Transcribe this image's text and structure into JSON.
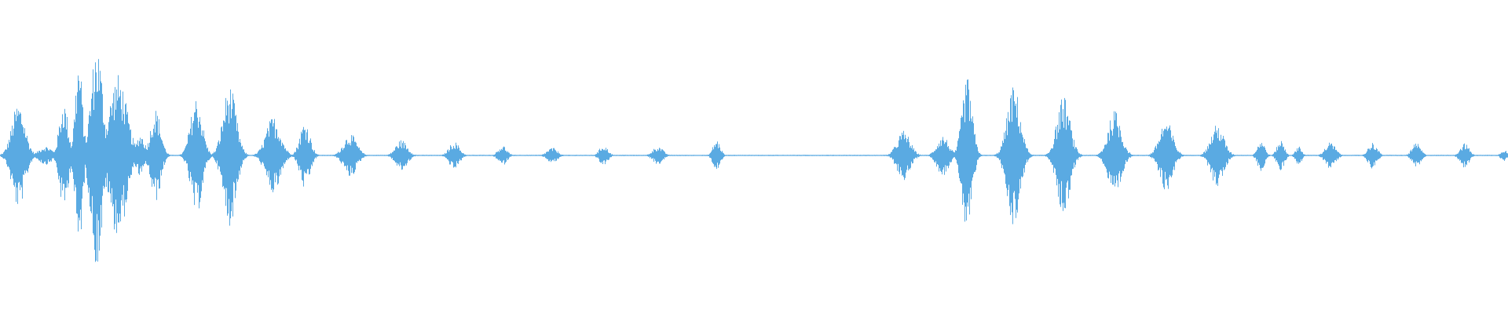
{
  "waveform": {
    "color": "#5aaae2",
    "baseline_color": "#5aaae2",
    "duration_fraction_segments": [
      {
        "center": 0.012,
        "width": 0.018,
        "amp": 0.34
      },
      {
        "center": 0.03,
        "width": 0.018,
        "amp": 0.06
      },
      {
        "center": 0.042,
        "width": 0.012,
        "amp": 0.35
      },
      {
        "center": 0.052,
        "width": 0.01,
        "amp": 0.62
      },
      {
        "center": 0.064,
        "width": 0.016,
        "amp": 0.72
      },
      {
        "center": 0.078,
        "width": 0.024,
        "amp": 0.52
      },
      {
        "center": 0.093,
        "width": 0.012,
        "amp": 0.14
      },
      {
        "center": 0.103,
        "width": 0.014,
        "amp": 0.3
      },
      {
        "center": 0.13,
        "width": 0.016,
        "amp": 0.38
      },
      {
        "center": 0.152,
        "width": 0.018,
        "amp": 0.45
      },
      {
        "center": 0.181,
        "width": 0.02,
        "amp": 0.25
      },
      {
        "center": 0.202,
        "width": 0.014,
        "amp": 0.22
      },
      {
        "center": 0.232,
        "width": 0.018,
        "amp": 0.14
      },
      {
        "center": 0.266,
        "width": 0.016,
        "amp": 0.1
      },
      {
        "center": 0.301,
        "width": 0.014,
        "amp": 0.09
      },
      {
        "center": 0.333,
        "width": 0.012,
        "amp": 0.065
      },
      {
        "center": 0.366,
        "width": 0.014,
        "amp": 0.05
      },
      {
        "center": 0.4,
        "width": 0.012,
        "amp": 0.065
      },
      {
        "center": 0.436,
        "width": 0.014,
        "amp": 0.06
      },
      {
        "center": 0.475,
        "width": 0.01,
        "amp": 0.1
      },
      {
        "center": 0.599,
        "width": 0.018,
        "amp": 0.16
      },
      {
        "center": 0.625,
        "width": 0.016,
        "amp": 0.13
      },
      {
        "center": 0.641,
        "width": 0.014,
        "amp": 0.5
      },
      {
        "center": 0.672,
        "width": 0.018,
        "amp": 0.45
      },
      {
        "center": 0.705,
        "width": 0.018,
        "amp": 0.38
      },
      {
        "center": 0.739,
        "width": 0.018,
        "amp": 0.29
      },
      {
        "center": 0.773,
        "width": 0.018,
        "amp": 0.23
      },
      {
        "center": 0.807,
        "width": 0.018,
        "amp": 0.2
      },
      {
        "center": 0.836,
        "width": 0.01,
        "amp": 0.1
      },
      {
        "center": 0.849,
        "width": 0.01,
        "amp": 0.1
      },
      {
        "center": 0.861,
        "width": 0.008,
        "amp": 0.065
      },
      {
        "center": 0.882,
        "width": 0.014,
        "amp": 0.085
      },
      {
        "center": 0.91,
        "width": 0.012,
        "amp": 0.085
      },
      {
        "center": 0.939,
        "width": 0.012,
        "amp": 0.08
      },
      {
        "center": 0.971,
        "width": 0.012,
        "amp": 0.08
      },
      {
        "center": 0.997,
        "width": 0.008,
        "amp": 0.04
      }
    ]
  }
}
